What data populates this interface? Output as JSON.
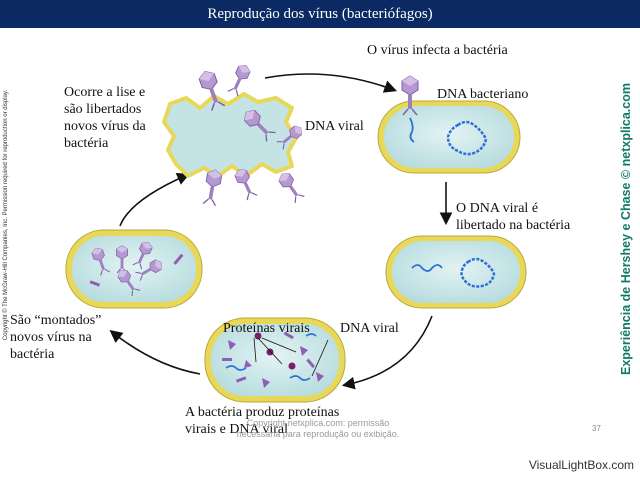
{
  "title": "Reprodução dos vírus (bacteriófagos)",
  "stages": {
    "infection": "O vírus infecta a bactéria",
    "dna_released": [
      "O DNA viral é",
      "libertado na bactéria"
    ],
    "production": [
      "A bactéria produz proteínas",
      "virais e DNA viral"
    ],
    "assembly": [
      "São “montados”",
      "novos vírus na",
      "bactéria"
    ],
    "lysis": [
      "Ocorre a lise e",
      "são libertados",
      "novos vírus da",
      "bactéria"
    ]
  },
  "labels": {
    "viral_dna_top": "DNA viral",
    "bacterial_dna": "DNA bacteriano",
    "viral_proteins": "Proteínas virais",
    "viral_dna_bottom": "DNA viral"
  },
  "side_copyright": "Copyright © The McGraw-Hill Companies, Inc. Permission required for reproduction or display.",
  "side_credit": "Experiência de Hershey e Chase © netxplica.com",
  "watermark": [
    "Copyright netxplica.com: permissão",
    "necessária para reprodução ou exibição."
  ],
  "page_number": "37",
  "site": "VisualLightBox.com",
  "colors": {
    "title_bg": "#0b2a63",
    "cell_fill": "#cfe9ea",
    "cell_wall": "#e8d85a",
    "virus": "#a98bc4",
    "dna_blue": "#2c6fd6",
    "credit": "#0f7a6a"
  }
}
